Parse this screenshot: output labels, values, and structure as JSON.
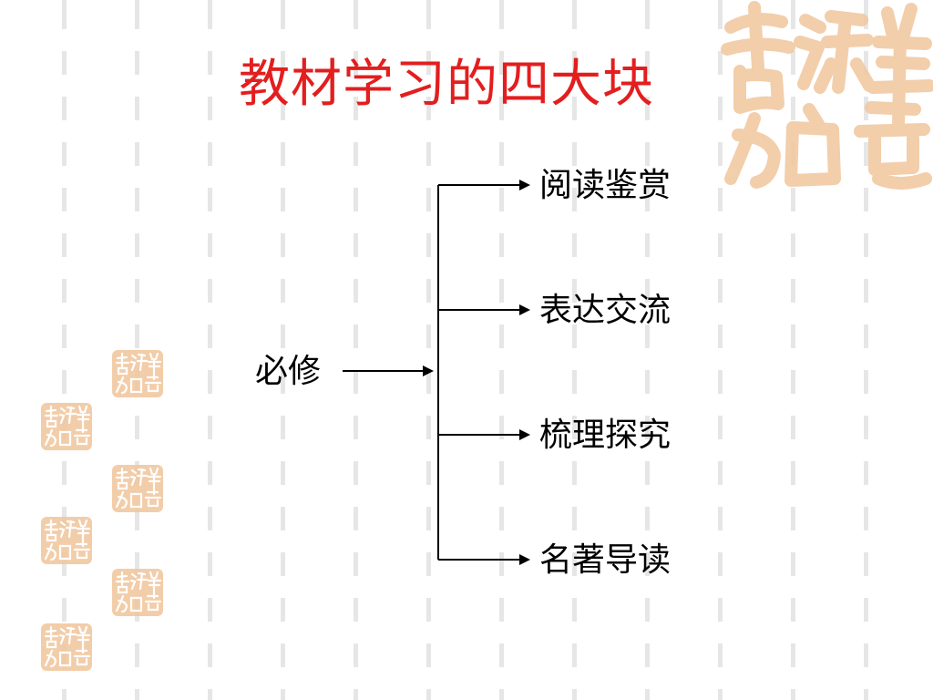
{
  "slide": {
    "title": "教材学习的四大块",
    "root": "必修",
    "branches": [
      "阅读鉴赏",
      "表达交流",
      "梳理探究",
      "名著导读"
    ]
  },
  "decorations": {
    "seal_text": "吉祥如意",
    "seal_count": 7
  },
  "colors": {
    "title": "#e31e1e",
    "seal": "#f0c49a",
    "line": "#000000",
    "dash": "#e6e6e6"
  }
}
